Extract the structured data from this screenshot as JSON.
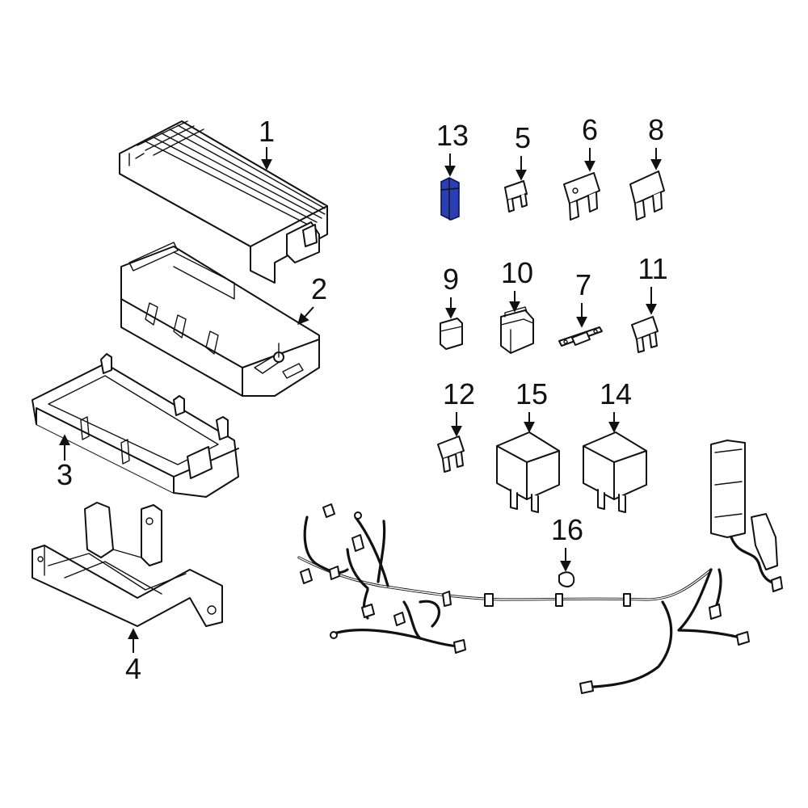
{
  "callouts": {
    "c1": "1",
    "c2": "2",
    "c3": "3",
    "c4": "4",
    "c5": "5",
    "c6": "6",
    "c7": "7",
    "c8": "8",
    "c9": "9",
    "c10": "10",
    "c11": "11",
    "c12": "12",
    "c13": "13",
    "c14": "14",
    "c15": "15",
    "c16": "16"
  },
  "highlight": {
    "part": "13",
    "color": "#2a3fb5"
  }
}
